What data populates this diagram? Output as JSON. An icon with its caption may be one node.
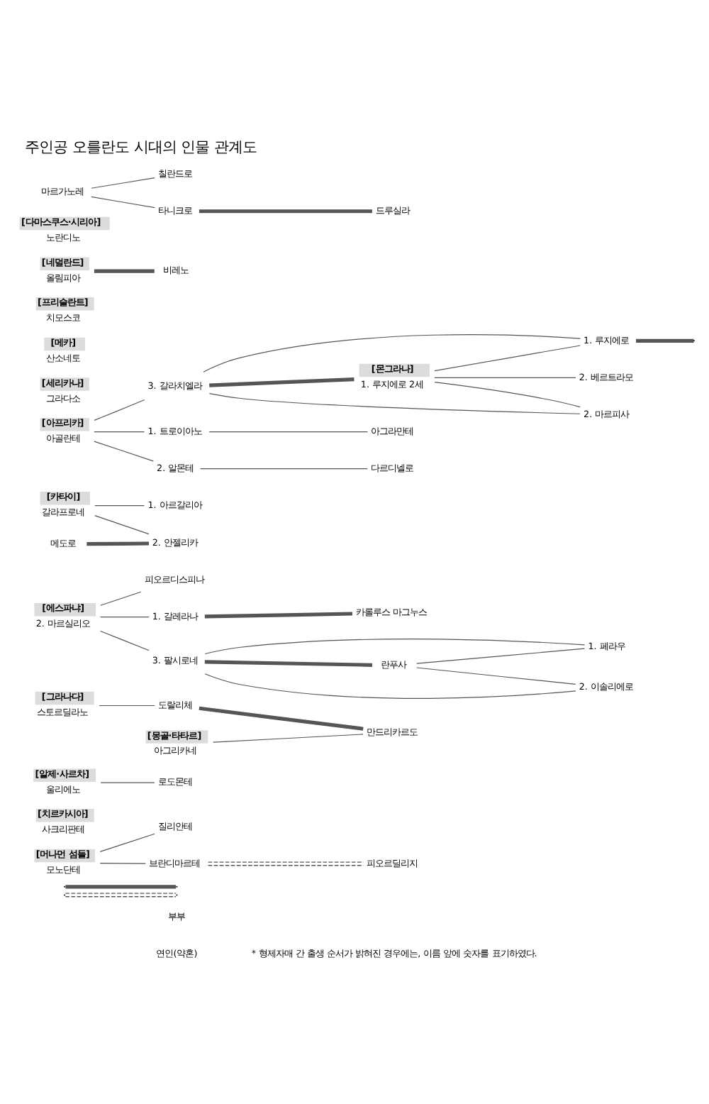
{
  "diagram": {
    "title": "주인공 오를란도 시대의 인물 관계도",
    "nodes": [
      {
        "text": [
          "[머나먼 섬들]",
          "모노단테"
        ]
      },
      {
        "text": [
          "질리안테"
        ]
      },
      {
        "text": [
          "브란디마르테"
        ]
      },
      {
        "text": [
          "피오르딜리지"
        ]
      },
      {
        "text": [
          "[치르카시아]",
          "사크리판테"
        ]
      },
      {
        "text": [
          "[알제·사르차]",
          "울리에노"
        ]
      },
      {
        "text": [
          "로도몬테"
        ]
      },
      {
        "text": [
          "[그라나다]",
          "스토르딜라노"
        ]
      },
      {
        "text": [
          "도랄리체"
        ]
      },
      {
        "text": [
          "[몽골·타타르]",
          "아그리카네"
        ]
      },
      {
        "text": [
          "만드리카르도"
        ]
      },
      {
        "text": [
          "[에스파냐]",
          "2. 마르실리오"
        ]
      },
      {
        "text": [
          "피오르디스피나"
        ]
      },
      {
        "text": [
          "1. 갈레라나"
        ]
      },
      {
        "text": [
          "카롤루스 마그누스"
        ]
      },
      {
        "text": [
          "3. 팔시로네"
        ]
      },
      {
        "text": [
          "란푸사"
        ]
      },
      {
        "text": [
          "1. 페라우"
        ]
      },
      {
        "text": [
          "2. 이솔리에로"
        ]
      },
      {
        "text": [
          "[카타이]",
          "갈라프로네"
        ]
      },
      {
        "text": [
          "1. 아르갈리아"
        ]
      },
      {
        "text": [
          "2. 안젤리카"
        ]
      },
      {
        "text": [
          "메도로"
        ]
      },
      {
        "text": [
          "[몬그라나]",
          "1. 루지에로 2세"
        ]
      },
      {
        "text": [
          "2. 베르트라모"
        ]
      },
      {
        "text": [
          "[세리카나]",
          "그라다소"
        ]
      },
      {
        "text": [
          "[메카]",
          "산소네토"
        ]
      },
      {
        "text": [
          "[아프리카]",
          "아골란테"
        ]
      },
      {
        "text": [
          "1. 트로이아노"
        ]
      },
      {
        "text": [
          "아그라만테"
        ]
      },
      {
        "text": [
          "2. 알몬테"
        ]
      },
      {
        "text": [
          "다르디넬로"
        ]
      },
      {
        "text": [
          "3. 갈라치엘라"
        ]
      },
      {
        "text": [
          "1. 루지에로"
        ]
      },
      {
        "text": [
          "2. 마르피사"
        ]
      },
      {
        "text": [
          "[프리슬란트]",
          "치모스코"
        ]
      },
      {
        "text": [
          "[네덜란드]",
          "올림피아"
        ]
      },
      {
        "text": [
          "비레노"
        ]
      },
      {
        "text": [
          "[다마스쿠스·시리아]",
          "노란디노"
        ]
      },
      {
        "text": [
          "마르가노레"
        ]
      },
      {
        "text": [
          "칠란드로"
        ]
      },
      {
        "text": [
          "타니크로"
        ]
      },
      {
        "text": [
          "드루실라"
        ]
      }
    ],
    "edges": [
      {
        "from": 0,
        "to": 1,
        "arrow": "none"
      },
      {
        "from": 0,
        "to": 2,
        "arrow": "none"
      },
      {
        "from": 2,
        "to": 3,
        "arrow": "none",
        "style": "dashed"
      },
      {
        "from": 5,
        "to": 6,
        "arrow": "none"
      },
      {
        "from": 7,
        "to": 8,
        "arrow": "none"
      },
      {
        "from": 9,
        "to": 10,
        "arrow": "none"
      },
      {
        "from": 8,
        "to": 10,
        "arrow": "none",
        "style": "thick"
      },
      {
        "from": 11,
        "to": 12,
        "arrow": "none"
      },
      {
        "from": 11,
        "to": 13,
        "arrow": "none"
      },
      {
        "from": 11,
        "to": 15,
        "arrow": "none"
      },
      {
        "from": 13,
        "to": 14,
        "arrow": "none",
        "style": "thick"
      },
      {
        "from": 15,
        "to": 16,
        "arrow": "none",
        "style": "thick"
      },
      {
        "from": 15,
        "to": 17,
        "arrow": "none"
      },
      {
        "from": 15,
        "to": 18,
        "arrow": "none"
      },
      {
        "from": 16,
        "to": 17,
        "arrow": "none"
      },
      {
        "from": 16,
        "to": 18,
        "arrow": "none"
      },
      {
        "from": 19,
        "to": 20,
        "arrow": "none"
      },
      {
        "from": 19,
        "to": 21,
        "arrow": "none"
      },
      {
        "from": 22,
        "to": 21,
        "arrow": "none",
        "style": "thick"
      },
      {
        "from": 23,
        "to": 24,
        "arrow": "none"
      },
      {
        "from": 27,
        "to": 28,
        "arrow": "none"
      },
      {
        "from": 27,
        "to": 30,
        "arrow": "none"
      },
      {
        "from": 27,
        "to": 32,
        "arrow": "none"
      },
      {
        "from": 28,
        "to": 29,
        "arrow": "none"
      },
      {
        "from": 30,
        "to": 31,
        "arrow": "none"
      },
      {
        "from": 32,
        "to": 23,
        "arrow": "none",
        "style": "thick"
      },
      {
        "from": 32,
        "to": 33,
        "arrow": "none"
      },
      {
        "from": 32,
        "to": 34,
        "arrow": "none"
      },
      {
        "from": 23,
        "to": 33,
        "arrow": "none"
      },
      {
        "from": 23,
        "to": 34,
        "arrow": "none"
      },
      {
        "from": 33,
        "to": null,
        "arrow": "none",
        "style": "thick"
      },
      {
        "from": 36,
        "to": 37,
        "arrow": "none",
        "style": "thick"
      },
      {
        "from": 39,
        "to": 40,
        "arrow": "none"
      },
      {
        "from": 39,
        "to": 41,
        "arrow": "none"
      },
      {
        "from": 41,
        "to": 42,
        "arrow": "none",
        "style": "thick"
      }
    ],
    "labels": [
      "* 형제자매 간 출생 순서가 밝혀진 경우에는, 이름 앞에 숫자를 표기하였다."
    ],
    "legend": [
      {
        "text": "부부"
      },
      {
        "text": "연인(약혼)"
      }
    ]
  }
}
